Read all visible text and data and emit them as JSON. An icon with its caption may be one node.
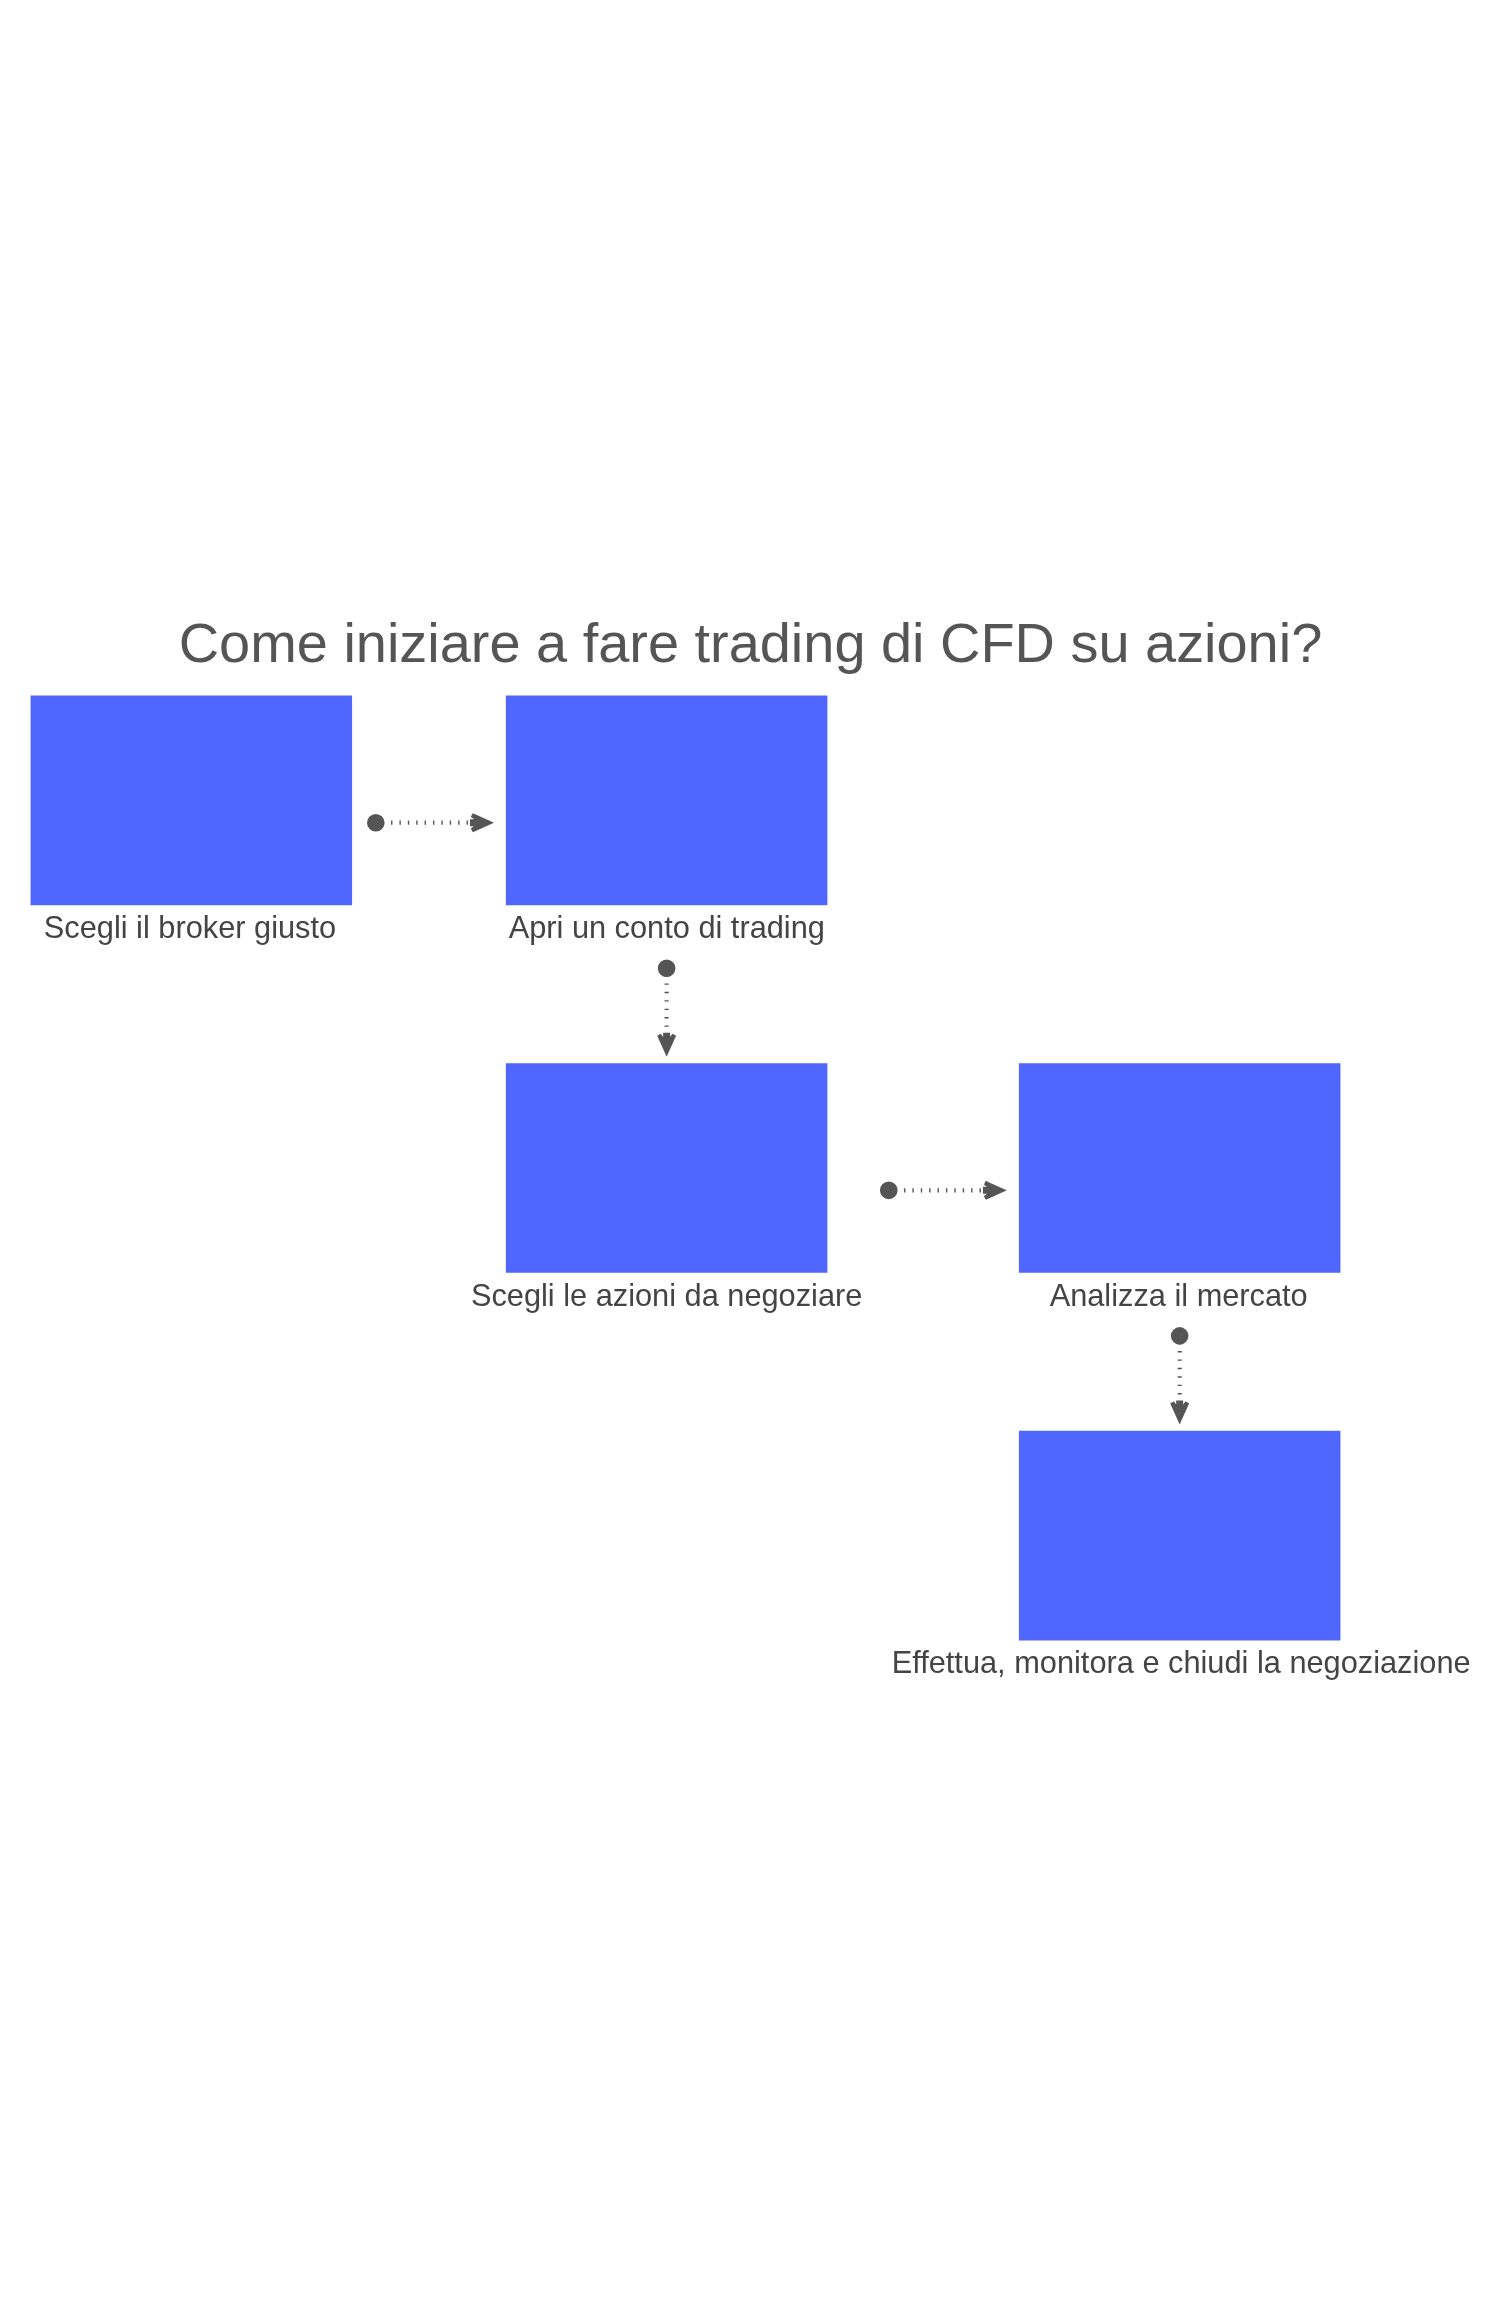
{
  "diagram": {
    "title": "Come iniziare a fare trading di CFD su azioni?",
    "nodes": [
      {
        "text": [
          "Scegli il broker giusto"
        ]
      },
      {
        "text": [
          "Apri un conto di trading"
        ]
      },
      {
        "text": [
          "Scegli le azioni da negoziare"
        ]
      },
      {
        "text": [
          "Analizza il mercato"
        ]
      },
      {
        "text": [
          "Effettua, monitora e chiudi la negoziazione"
        ]
      }
    ],
    "edges": [
      {
        "from": 0,
        "to": 1,
        "arrow": "to",
        "style": "dashed"
      },
      {
        "from": 1,
        "to": 2,
        "arrow": "to",
        "style": "dashed"
      },
      {
        "from": 2,
        "to": 3,
        "arrow": "to",
        "style": "dashed"
      },
      {
        "from": 3,
        "to": 4,
        "arrow": "to",
        "style": "dashed"
      }
    ]
  }
}
